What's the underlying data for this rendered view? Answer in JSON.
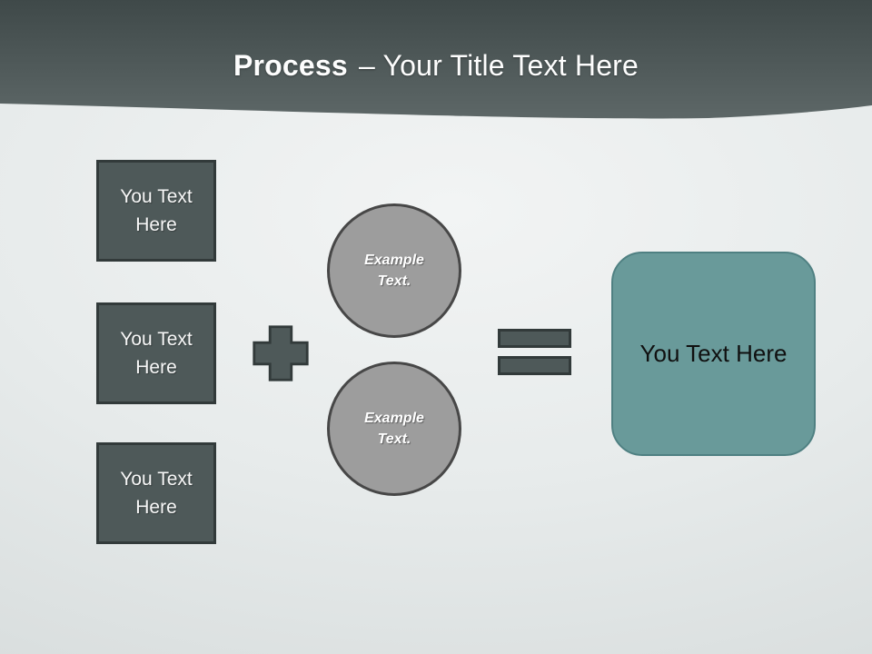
{
  "slide": {
    "title": {
      "emphasis": "Process",
      "rest": "– Your Title Text Here"
    },
    "input_boxes": [
      {
        "label": "You Text Here"
      },
      {
        "label": "You Text Here"
      },
      {
        "label": "You Text Here"
      }
    ],
    "circles": [
      {
        "line1": "Example",
        "line2": "Text."
      },
      {
        "line1": "Example",
        "line2": "Text."
      }
    ],
    "operators": [
      {
        "icon": "plus-icon"
      },
      {
        "icon": "equals-icon"
      }
    ],
    "result_box": {
      "label": "You Text Here"
    },
    "colors": {
      "header_top": "#3f4949",
      "header_bottom": "#5d6767",
      "slate_fill": "#4e5959",
      "slate_border": "#323a3a",
      "circle_fill": "#9d9d9d",
      "circle_border": "#474747",
      "teal_fill": "#699a9a",
      "teal_border": "#4f8082",
      "title_text": "#fdfdfd",
      "box_text": "#f7f7f7",
      "result_text": "#101010"
    }
  }
}
